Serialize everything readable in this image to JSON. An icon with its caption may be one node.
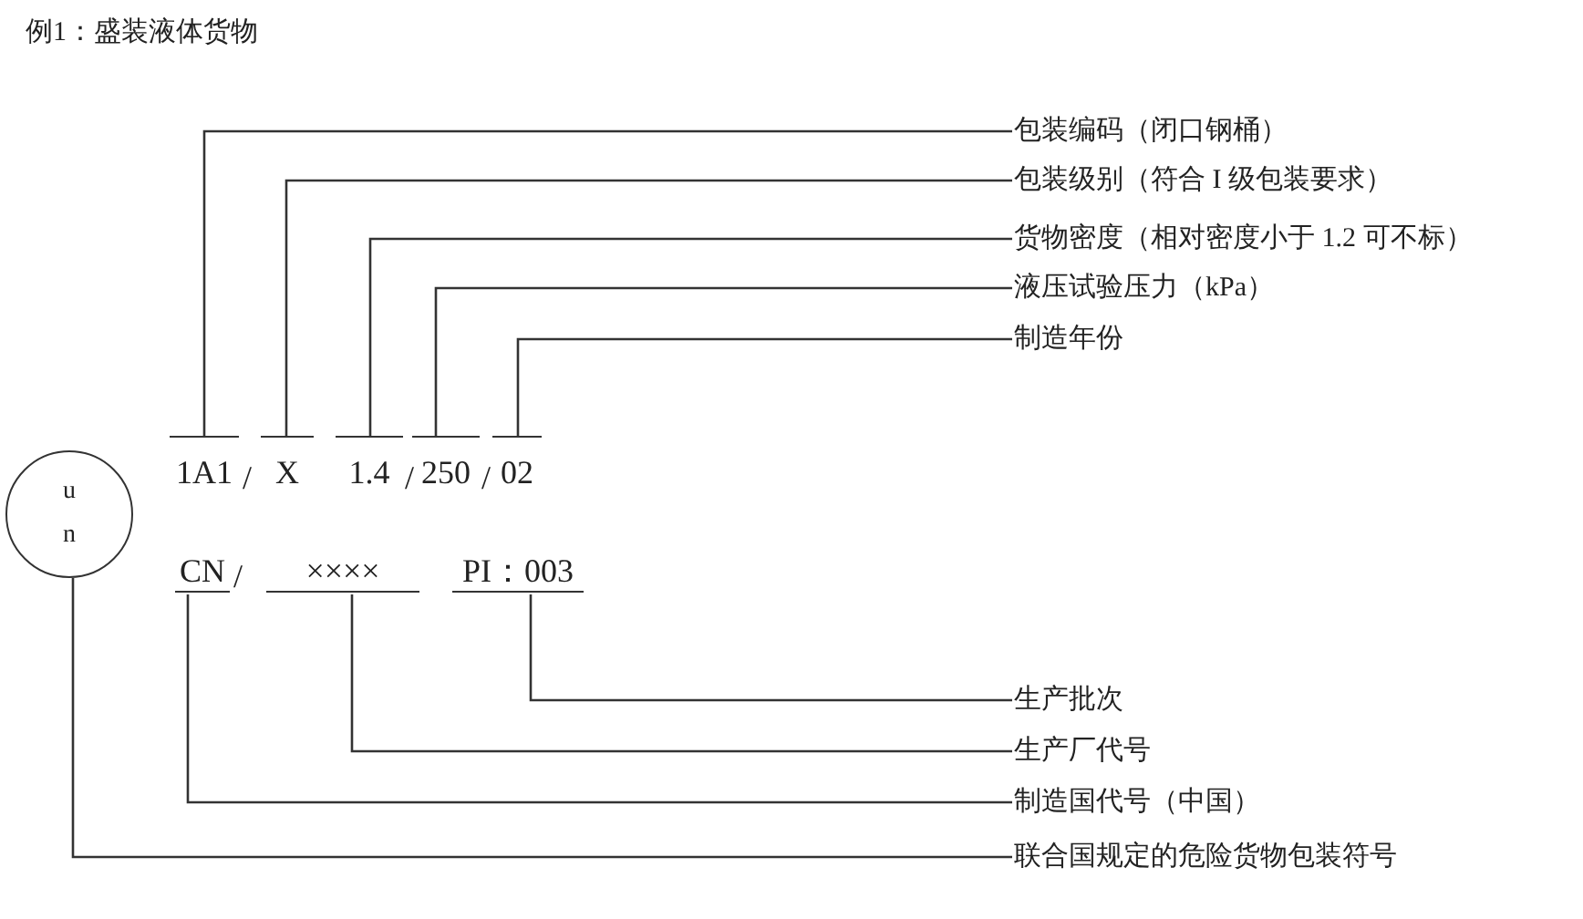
{
  "diagram": {
    "title": "例1：盛装液体货物",
    "nodes": [
      {
        "text": [
          "包装编码（闭口钢桶）"
        ]
      },
      {
        "text": [
          "包装级别（符合 I 级包装要求）"
        ]
      },
      {
        "text": [
          "货物密度（相对密度小于 1.2 可不标）"
        ]
      },
      {
        "text": [
          "液压试验压力（kPa）"
        ]
      },
      {
        "text": [
          "制造年份"
        ]
      },
      {
        "text": [
          "1A1"
        ]
      },
      {
        "text": [
          "X"
        ]
      },
      {
        "text": [
          "1.4"
        ]
      },
      {
        "text": [
          "250"
        ]
      },
      {
        "text": [
          "02"
        ]
      },
      {
        "text": [
          "u",
          "n"
        ]
      },
      {
        "text": [
          "CN"
        ]
      },
      {
        "text": [
          "××××"
        ]
      },
      {
        "text": [
          "PI：003"
        ]
      },
      {
        "text": [
          "生产批次"
        ]
      },
      {
        "text": [
          "生产厂代号"
        ]
      },
      {
        "text": [
          "制造国代号（中国）"
        ]
      },
      {
        "text": [
          "联合国规定的危险货物包装符号"
        ]
      }
    ],
    "edges": [
      {
        "from": 0,
        "to": 5,
        "arrow": "none"
      },
      {
        "from": 1,
        "to": 6,
        "arrow": "none"
      },
      {
        "from": 2,
        "to": 7,
        "arrow": "none"
      },
      {
        "from": 3,
        "to": 8,
        "arrow": "none"
      },
      {
        "from": 4,
        "to": 9,
        "arrow": "none"
      },
      {
        "from": 14,
        "to": 13,
        "arrow": "none"
      },
      {
        "from": 15,
        "to": 12,
        "arrow": "none"
      },
      {
        "from": 16,
        "to": 11,
        "arrow": "none"
      },
      {
        "from": 17,
        "to": 10,
        "arrow": "none"
      }
    ],
    "labels": [
      "/",
      "/",
      "/",
      "/"
    ]
  }
}
